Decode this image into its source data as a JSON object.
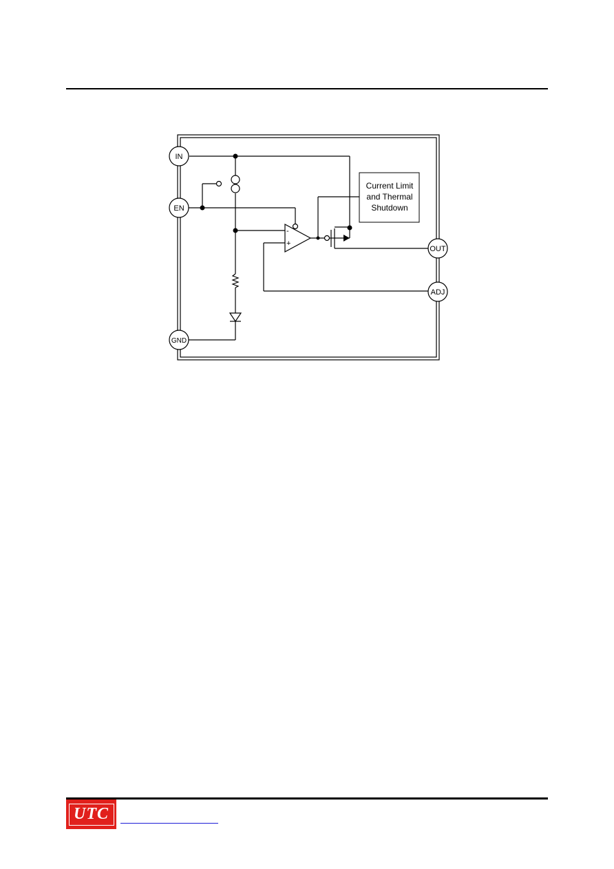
{
  "pins": {
    "in": "IN",
    "en": "EN",
    "gnd": "GND",
    "out": "OUT",
    "adj": "ADJ"
  },
  "opamp": {
    "minus": "-",
    "plus": "+"
  },
  "block": {
    "line1": "Current Limit",
    "line2": "and Thermal",
    "line3": "Shutdown"
  },
  "footer": {
    "logo": "UTC"
  },
  "colors": {
    "logo_bg": "#e1201c",
    "link": "#1b1bd6"
  }
}
